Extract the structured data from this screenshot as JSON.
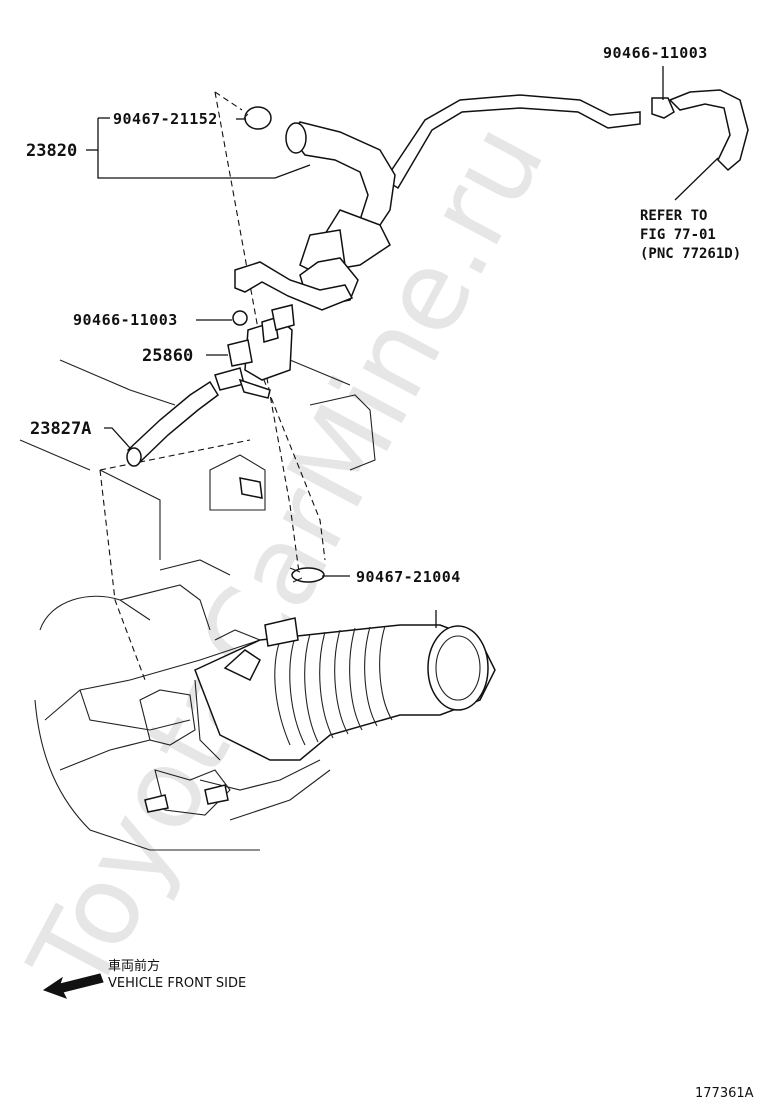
{
  "watermark": "ToyotaCarMine.ru",
  "labels": {
    "p_90466_11003_top": "90466-11003",
    "p_90467_21152": "90467-21152",
    "p_23820": "23820",
    "refer_line1": "REFER TO",
    "refer_line2": "FIG 77-01",
    "refer_line3": "(PNC 77261D)",
    "p_90466_11003_mid": "90466-11003",
    "p_25860": "25860",
    "p_23827A": "23827A",
    "p_90467_21004": "90467-21004"
  },
  "direction": {
    "japanese": "車両前方",
    "english": "VEHICLE FRONT SIDE",
    "arrow_icon": "left-arrow-icon"
  },
  "figure_id": "177361A"
}
